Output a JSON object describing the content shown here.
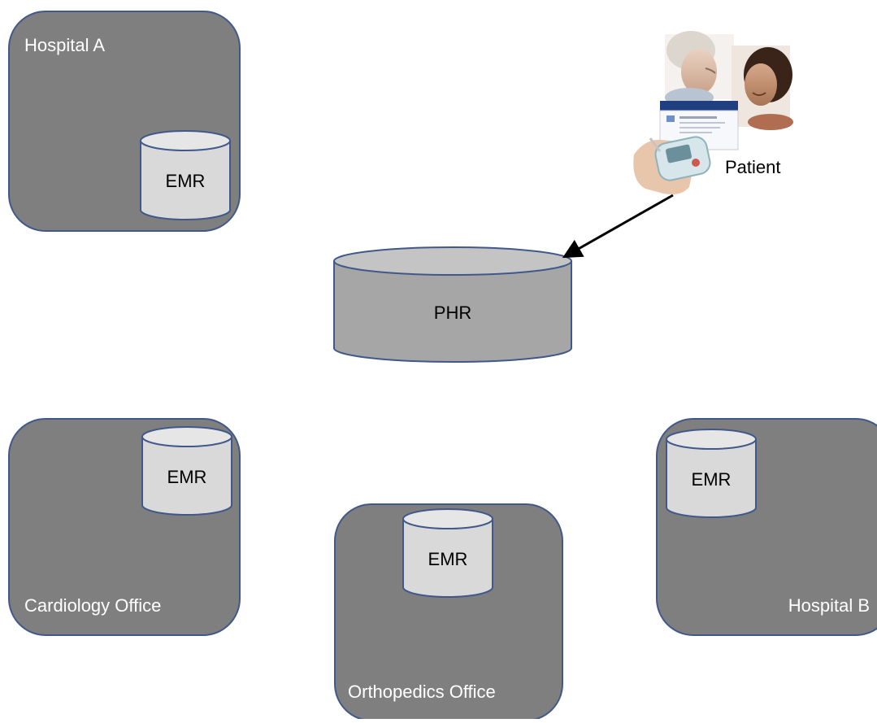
{
  "diagram": {
    "central": {
      "label": "PHR",
      "kind": "database"
    },
    "patient": {
      "label": "Patient"
    },
    "facilities": [
      {
        "name": "Hospital A",
        "db_label": "EMR"
      },
      {
        "name": "Cardiology Office",
        "db_label": "EMR"
      },
      {
        "name": "Orthopedics Office",
        "db_label": "EMR"
      },
      {
        "name": "Hospital B",
        "db_label": "EMR"
      }
    ],
    "edges": [
      {
        "from": "Patient",
        "to": "PHR",
        "arrow": "to"
      }
    ]
  },
  "colors": {
    "facility_fill": "#7f7f7f",
    "facility_stroke": "#41588a",
    "emr_fill": "#d9d9d9",
    "phr_fill": "#a6a6a6",
    "phr_stroke": "#41588a",
    "arrow": "#000000"
  },
  "icons": [
    "elderly-patient-photo-icon",
    "caregiver-photo-icon",
    "glucose-meter-icon",
    "health-record-screen-icon"
  ]
}
